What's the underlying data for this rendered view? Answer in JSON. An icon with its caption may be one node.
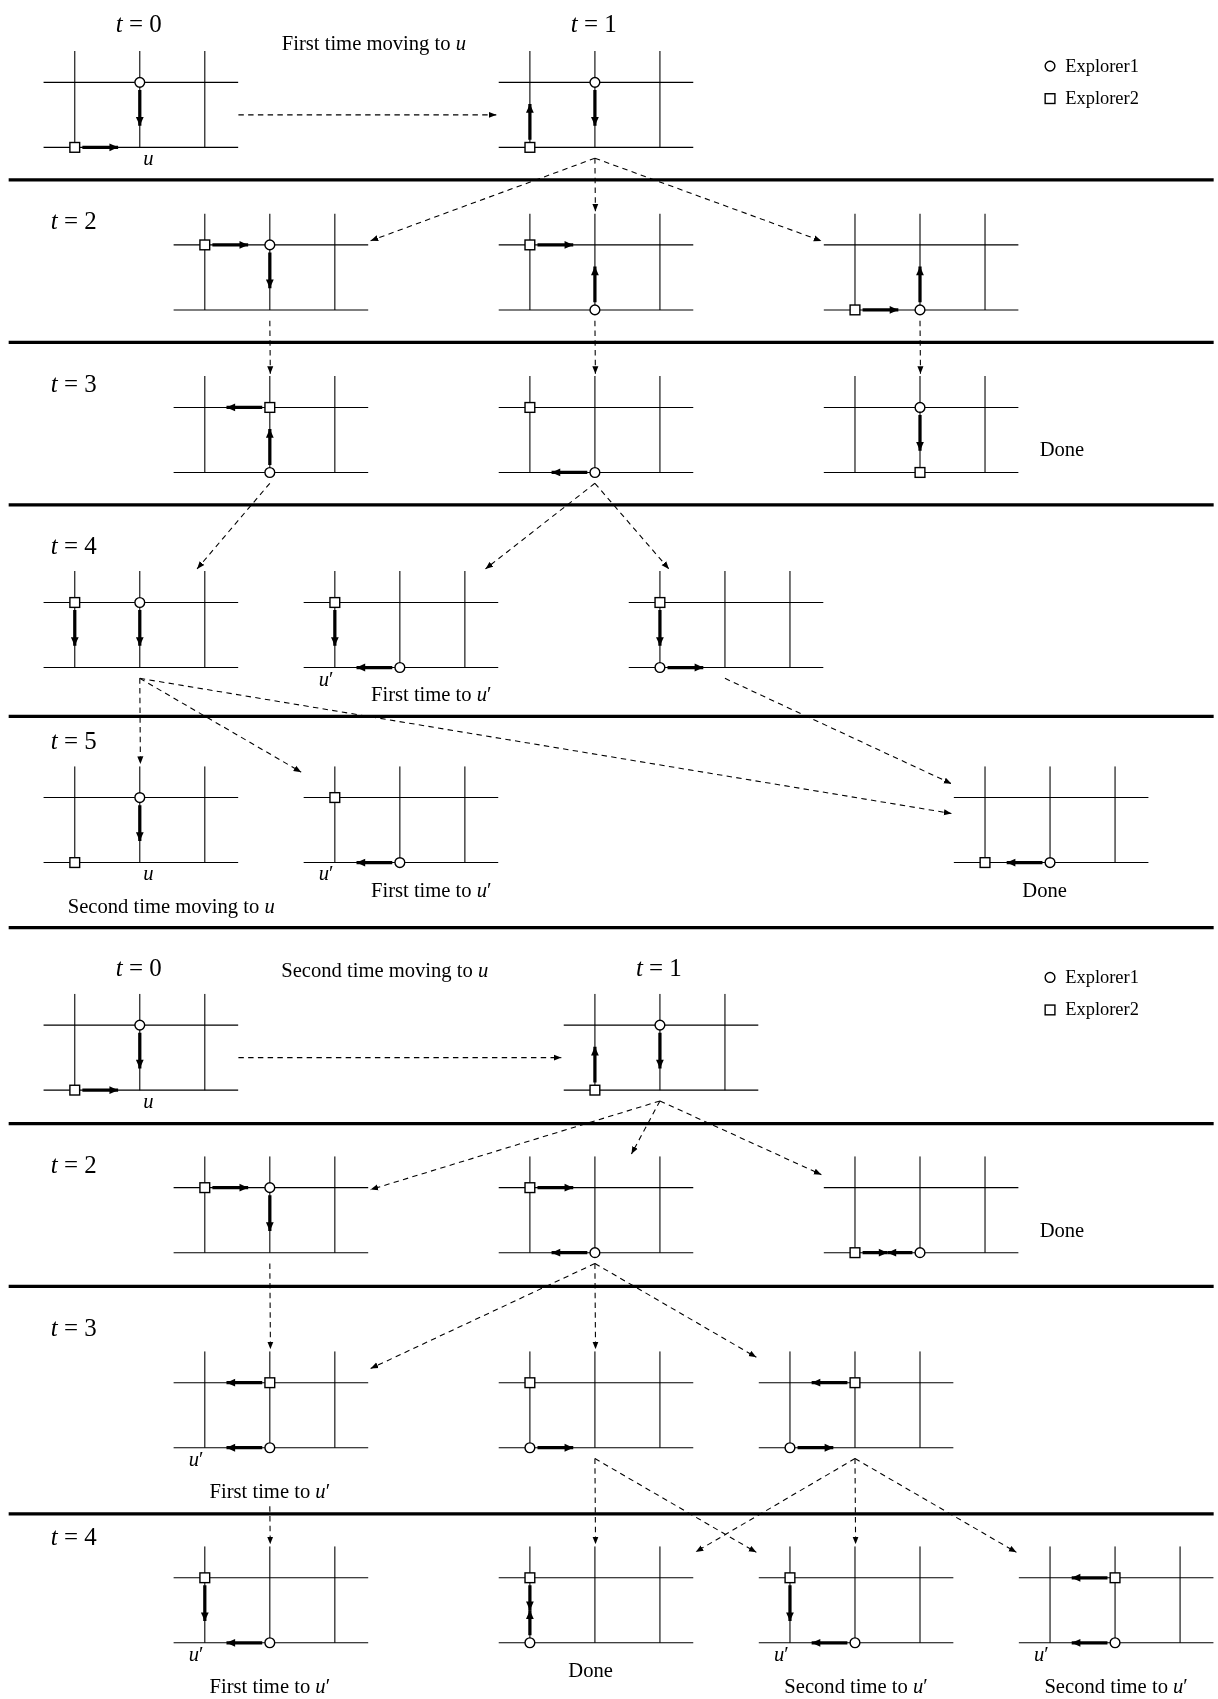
{
  "diagram": {
    "nodes": [
      {
        "text": [],
        "shape": "picture",
        "beside": [
          "*u*"
        ]
      },
      {
        "text": [],
        "shape": "picture"
      },
      {
        "text": [],
        "shape": "picture"
      },
      {
        "text": [],
        "shape": "picture"
      },
      {
        "text": [],
        "shape": "picture"
      },
      {
        "text": [],
        "shape": "picture"
      },
      {
        "text": [],
        "shape": "picture"
      },
      {
        "text": [],
        "shape": "picture",
        "beside": [
          "Done"
        ]
      },
      {
        "text": [],
        "shape": "picture"
      },
      {
        "text": [],
        "shape": "picture",
        "beside": [
          "*u*′",
          "First time to *u*′"
        ]
      },
      {
        "text": [],
        "shape": "picture"
      },
      {
        "text": [],
        "shape": "picture",
        "beside": [
          "*u*",
          "Second time moving to *u*"
        ]
      },
      {
        "text": [],
        "shape": "picture",
        "beside": [
          "*u*′",
          "First time to *u*′"
        ]
      },
      {
        "text": [],
        "shape": "picture",
        "beside": [
          "Done"
        ]
      },
      {
        "text": [],
        "shape": "picture",
        "beside": [
          "*u*"
        ]
      },
      {
        "text": [],
        "shape": "picture"
      },
      {
        "text": [],
        "shape": "picture"
      },
      {
        "text": [],
        "shape": "picture"
      },
      {
        "text": [],
        "shape": "picture",
        "beside": [
          "Done"
        ]
      },
      {
        "text": [],
        "shape": "picture",
        "beside": [
          "*u*′",
          "First time to *u*′"
        ]
      },
      {
        "text": [],
        "shape": "picture"
      },
      {
        "text": [],
        "shape": "picture"
      },
      {
        "text": [],
        "shape": "picture",
        "beside": [
          "*u*′",
          "First time to *u*′"
        ]
      },
      {
        "text": [],
        "shape": "picture",
        "beside": [
          "Done"
        ]
      },
      {
        "text": [],
        "shape": "picture",
        "beside": [
          "*u*′",
          "Second time to *u*′"
        ]
      },
      {
        "text": [],
        "shape": "picture",
        "beside": [
          "*u*′",
          "Second time to *u*′"
        ]
      }
    ],
    "edges": [
      {
        "from": 0,
        "to": 1,
        "arrow": "to",
        "style": "dashed"
      },
      {
        "from": 1,
        "to": 2,
        "arrow": "to",
        "style": "dashed"
      },
      {
        "from": 1,
        "to": 3,
        "arrow": "to",
        "style": "dashed"
      },
      {
        "from": 1,
        "to": 4,
        "arrow": "to",
        "style": "dashed"
      },
      {
        "from": 2,
        "to": 5,
        "arrow": "to",
        "style": "dashed"
      },
      {
        "from": 3,
        "to": 6,
        "arrow": "to",
        "style": "dashed"
      },
      {
        "from": 4,
        "to": 7,
        "arrow": "to",
        "style": "dashed"
      },
      {
        "from": 5,
        "to": 8,
        "arrow": "to",
        "style": "dashed"
      },
      {
        "from": 6,
        "to": 9,
        "arrow": "to",
        "style": "dashed"
      },
      {
        "from": 6,
        "to": 10,
        "arrow": "to",
        "style": "dashed"
      },
      {
        "from": 8,
        "to": 11,
        "arrow": "to",
        "style": "dashed"
      },
      {
        "from": 8,
        "to": 12,
        "arrow": "to",
        "style": "dashed"
      },
      {
        "from": 8,
        "to": 13,
        "arrow": "to",
        "style": "dashed"
      },
      {
        "from": 10,
        "to": 13,
        "arrow": "to",
        "style": "dashed"
      },
      {
        "from": 14,
        "to": 15,
        "arrow": "to",
        "style": "dashed"
      },
      {
        "from": 15,
        "to": 16,
        "arrow": "to",
        "style": "dashed"
      },
      {
        "from": 15,
        "to": 17,
        "arrow": "to",
        "style": "dashed"
      },
      {
        "from": 15,
        "to": 18,
        "arrow": "to",
        "style": "dashed"
      },
      {
        "from": 16,
        "to": 19,
        "arrow": "to",
        "style": "dashed"
      },
      {
        "from": 17,
        "to": 19,
        "arrow": "to",
        "style": "dashed"
      },
      {
        "from": 17,
        "to": 20,
        "arrow": "to",
        "style": "dashed"
      },
      {
        "from": 17,
        "to": 21,
        "arrow": "to",
        "style": "dashed"
      },
      {
        "from": 19,
        "to": 22,
        "arrow": "to",
        "style": "dashed"
      },
      {
        "from": 20,
        "to": 23,
        "arrow": "to",
        "style": "dashed"
      },
      {
        "from": 20,
        "to": 24,
        "arrow": "to",
        "style": "dashed"
      },
      {
        "from": 21,
        "to": 23,
        "arrow": "to",
        "style": "dashed"
      },
      {
        "from": 21,
        "to": 24,
        "arrow": "to",
        "style": "dashed"
      },
      {
        "from": 21,
        "to": 25,
        "arrow": "to",
        "style": "dashed"
      }
    ],
    "labels": [
      "*t* = 0",
      "First time moving to *u*",
      "*t* = 1",
      "*t* = 2",
      "*t* = 3",
      "*t* = 4",
      "*t* = 5",
      "*t* = 0",
      "Second time moving to *u*",
      "*t* = 1",
      "*t* = 2",
      "*t* = 3",
      "*t* = 4"
    ],
    "legend": [
      {
        "text": "Explorer1"
      },
      {
        "text": "Explorer2"
      },
      {
        "text": "Explorer1"
      },
      {
        "text": "Explorer2"
      }
    ]
  }
}
